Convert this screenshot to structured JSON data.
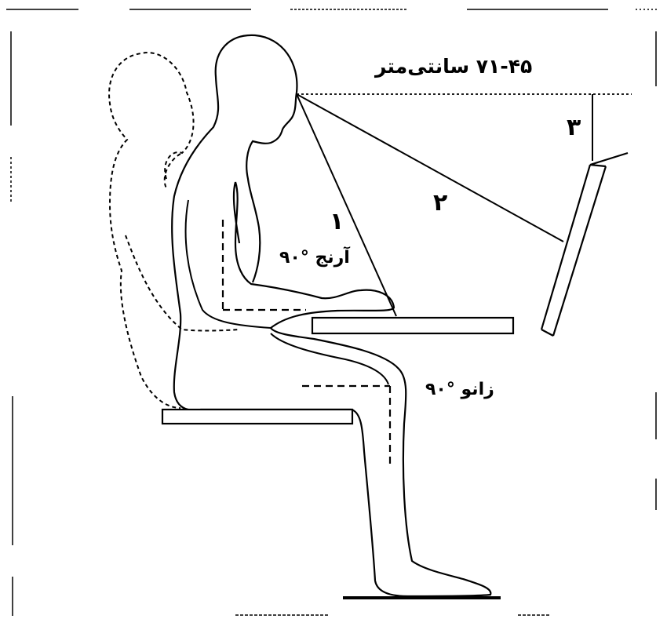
{
  "labels": {
    "distance": "۷۱-۴۵ سانتی‌متر",
    "line_1": "۱",
    "line_2": "۲",
    "line_3": "۳",
    "elbow": "آرنج °۹۰",
    "knee": "زانو °۹۰"
  },
  "colors": {
    "ink": "#000000",
    "background": "#ffffff"
  }
}
